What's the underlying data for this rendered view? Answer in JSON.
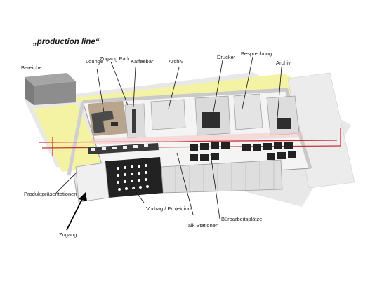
{
  "title": "„production line“",
  "labels": {
    "bereiche": "Bereiche",
    "lounge": "Lounge",
    "zugang_park": "Zugang Park",
    "kaffeebar": "Kaffeebar",
    "archiv_1": "Archiv",
    "drucker": "Drucker",
    "besprechung": "Besprechung",
    "archiv_2": "Archiv",
    "produktpraesentationen": "Produktpräsentationen",
    "vortrag": "Vortrag / Projektion",
    "talk": "Talk Stationen",
    "buero": "Büroarbeitsplätze",
    "zugang": "Zugang"
  },
  "colors": {
    "zone_yellow": "#f4f3a4",
    "route_red": "#c8323a",
    "floor": "#f2f2f2",
    "walls": "#d9d9d9",
    "lounge_floor": "#b9a48d",
    "building_dark": "#8a8a8a"
  }
}
